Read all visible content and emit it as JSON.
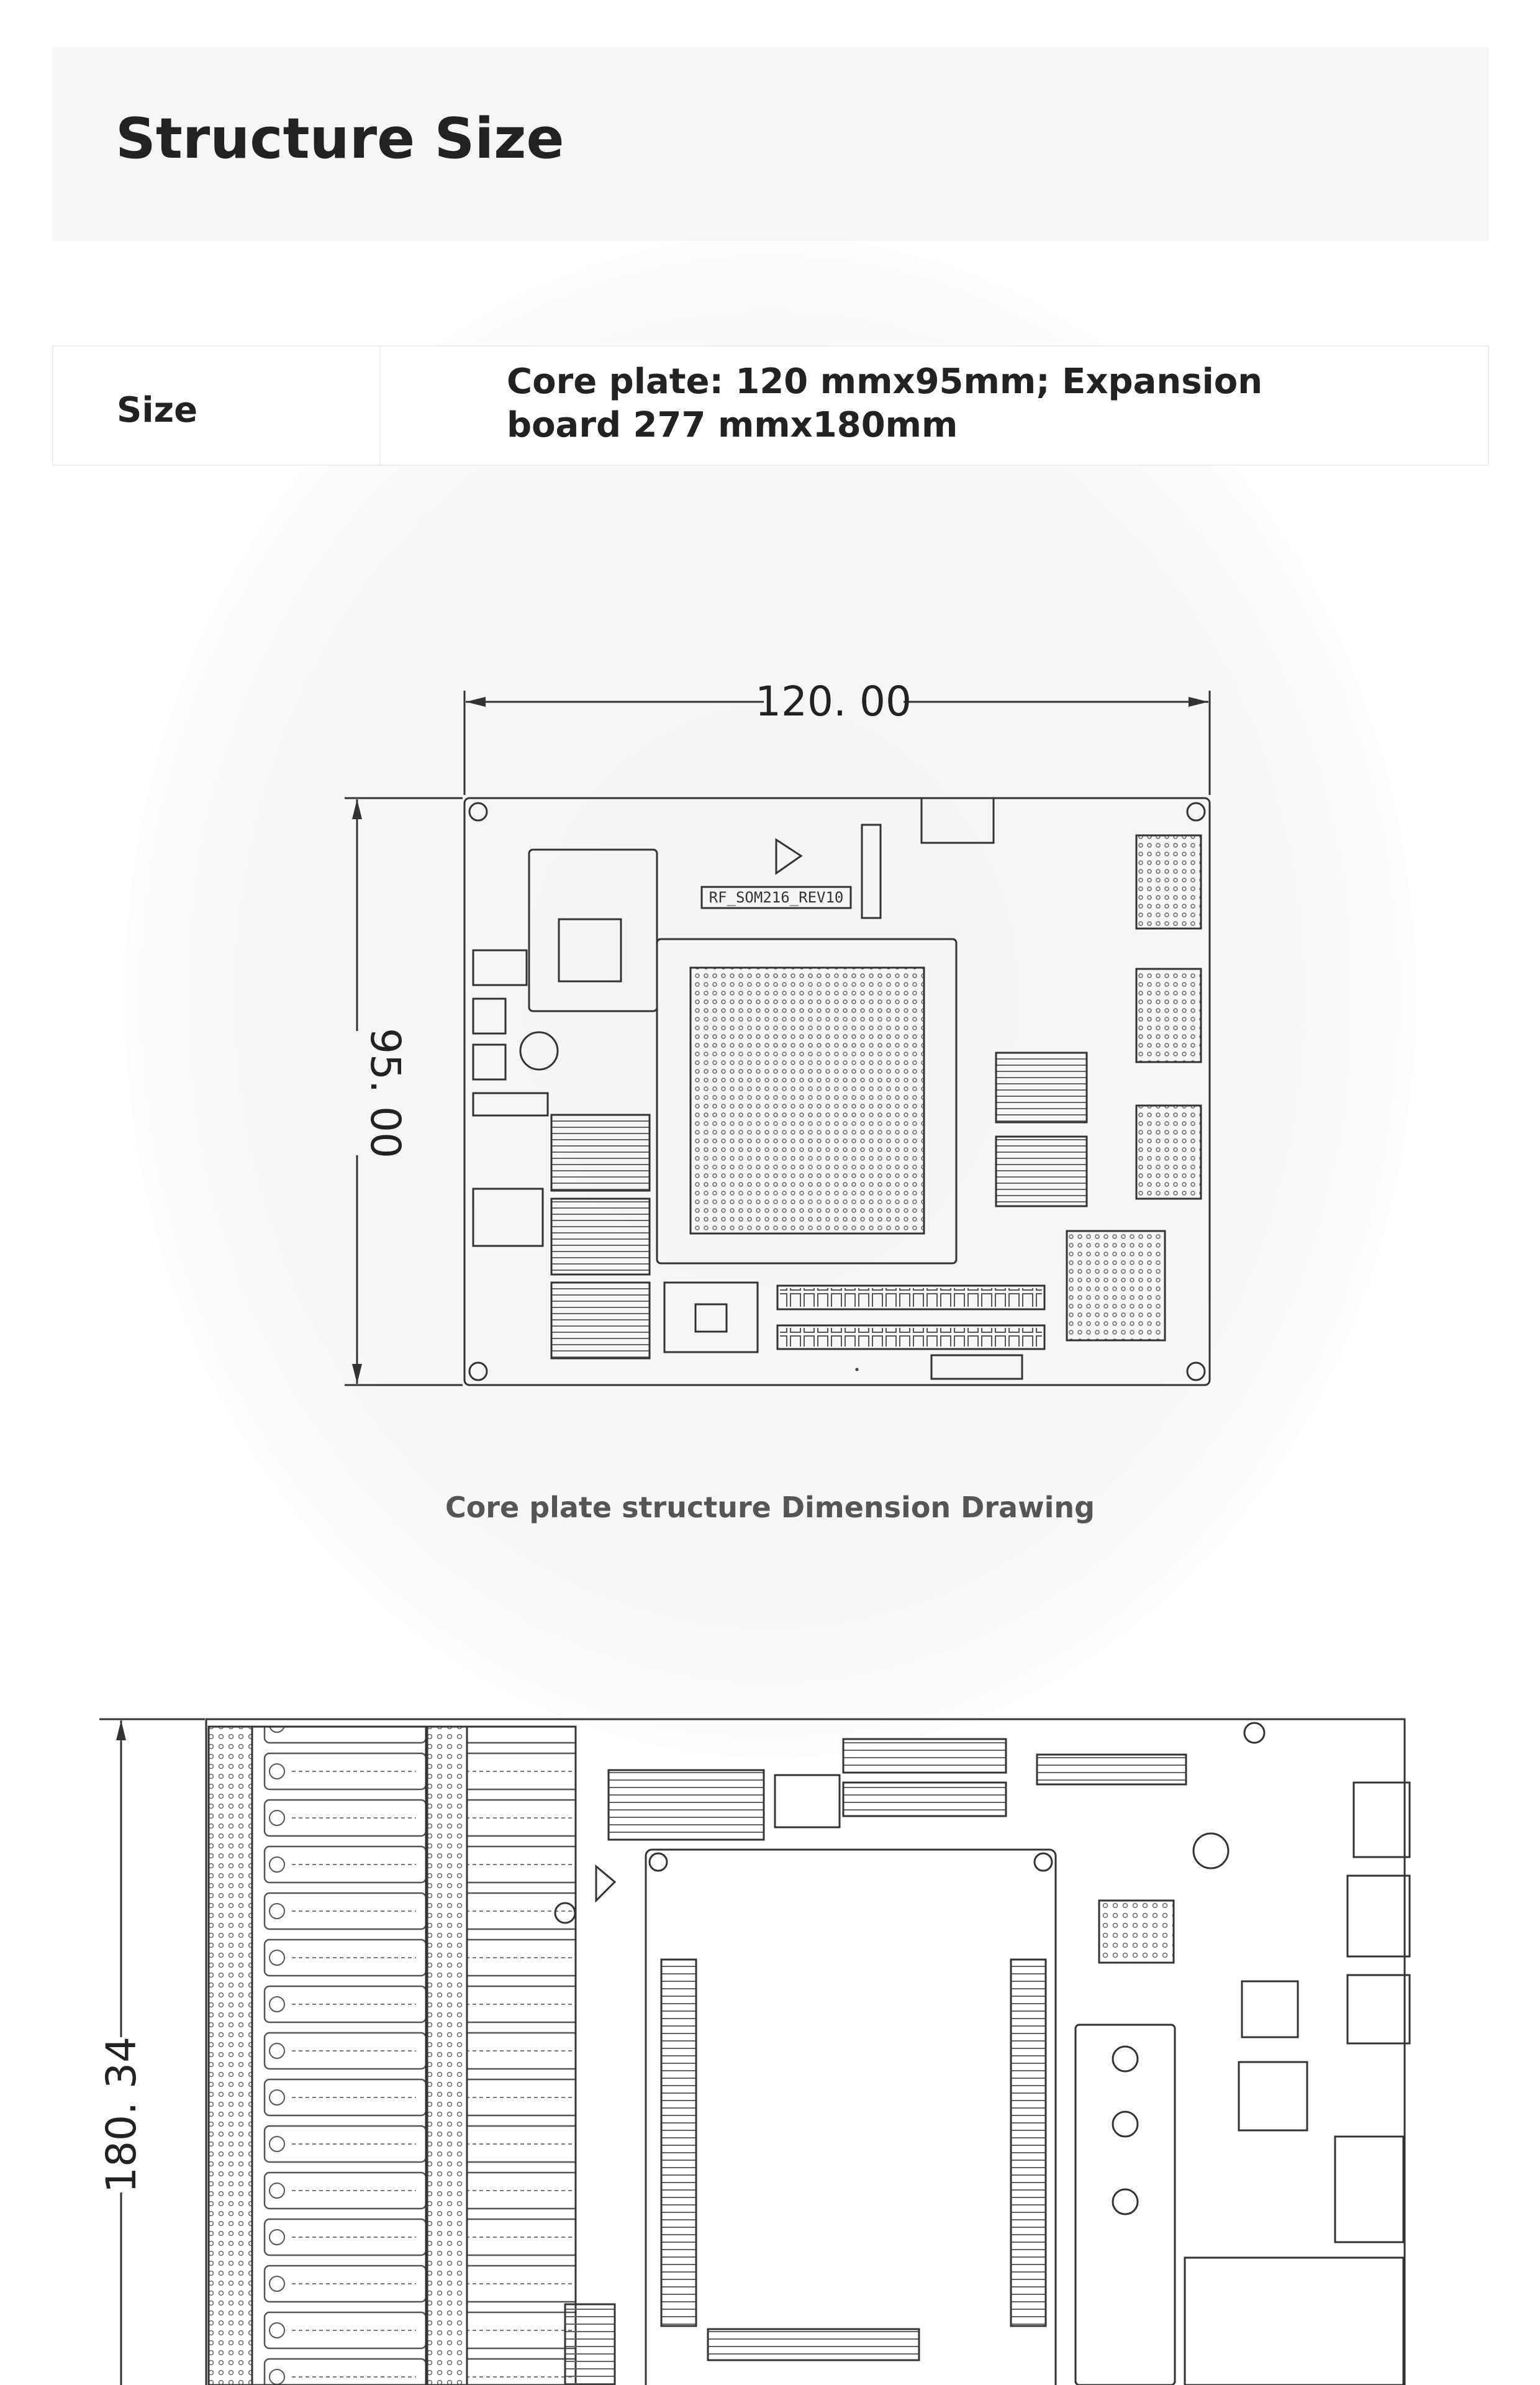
{
  "header": {
    "title": "Structure Size"
  },
  "spec": {
    "label": "Size",
    "value": "Core plate: 120 mmx95mm; Expansion board 277 mmx180mm"
  },
  "core_drawing": {
    "width_dim": "120. 00",
    "height_dim": "95. 00",
    "board_label": "RF_SOM216_REV10",
    "caption": "Core plate structure Dimension Drawing"
  },
  "expansion_drawing": {
    "height_dim": "180. 34"
  }
}
